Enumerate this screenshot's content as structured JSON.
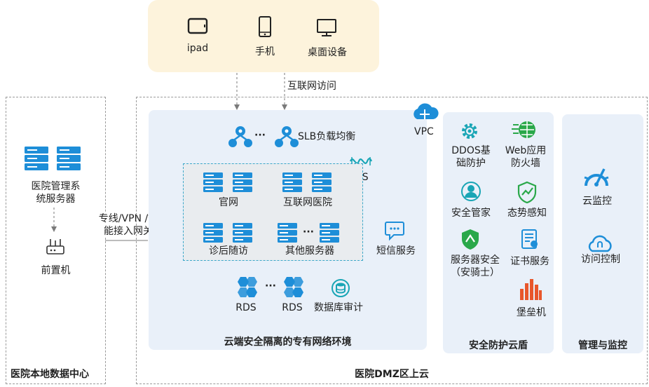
{
  "clients": {
    "ipad": "ipad",
    "phone": "手机",
    "desktop": "桌面设备",
    "access_label": "互联网访问"
  },
  "local_dc": {
    "title": "医院本地数据中心",
    "server_label": "医院管理系\n统服务器",
    "gateway_label": "前置机"
  },
  "link_label": "专线/VPN /智\n能接入网关",
  "dmz": {
    "title": "医院DMZ区上云",
    "vpc": "VPC",
    "env_title": "云端安全隔离的专有网络环境",
    "slb": "SLB负载均衡",
    "ellipsis": "···",
    "ess": "ESS",
    "servers": {
      "official": "官网",
      "internet_hospital": "互联网医院",
      "follow_up": "诊后随访",
      "other": "其他服务器"
    },
    "sms": "短信服务",
    "rds_1": "RDS",
    "rds_2": "RDS",
    "db_audit": "数据库审计"
  },
  "security": {
    "title": "安全防护云盾",
    "ddos": "DDOS基\n础防护",
    "waf": "Web应用\n防火墙",
    "sec_manager": "安全管家",
    "situation": "态势感知",
    "server_sec": "服务器安全\n（安骑士）",
    "cert": "证书服务",
    "bastion": "堡垒机"
  },
  "monitor": {
    "title": "管理与监控",
    "cloud_monitor": "云监控",
    "access_control": "访问控制"
  },
  "colors": {
    "accent_blue": "#1e8ed8",
    "teal": "#19a5b5",
    "orange": "#e8562b",
    "panel_bg": "#e9f0f9",
    "client_bg": "#fdf3dc"
  }
}
